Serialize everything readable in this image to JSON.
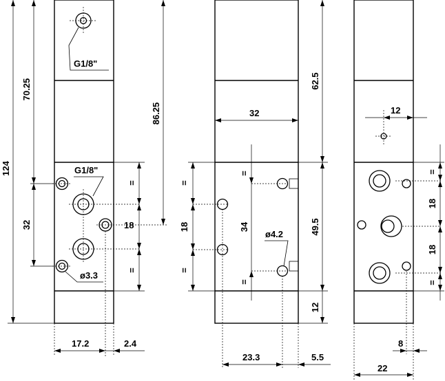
{
  "front_view": {
    "labels": {
      "overall_height": "124",
      "upper_height": "70.25",
      "lower_spacing": "32",
      "thread_top": "G1/8\"",
      "thread_side": "G1/8\"",
      "port_spacing": "18",
      "equal_top": "=",
      "equal_bottom": "=",
      "mount_hole": "ø3.3",
      "height_to_port": "86.25",
      "body_width": "17.2",
      "offset": "2.4"
    }
  },
  "side_view": {
    "labels": {
      "top_section": "62.5",
      "body_width": "32",
      "block_height": "49.5",
      "bottom_section": "12",
      "hole_spacing": "34",
      "port_spacing": "18",
      "mount_hole": "ø4.2",
      "equal_a": "=",
      "equal_b": "=",
      "equal_c": "=",
      "equal_d": "=",
      "width": "23.3",
      "offset": "5.5"
    }
  },
  "end_view": {
    "labels": {
      "offset_top": "12",
      "spacing_a": "18",
      "spacing_b": "18",
      "equal_top": "=",
      "equal_bottom": "=",
      "offset_bottom": "8",
      "width": "22"
    }
  }
}
